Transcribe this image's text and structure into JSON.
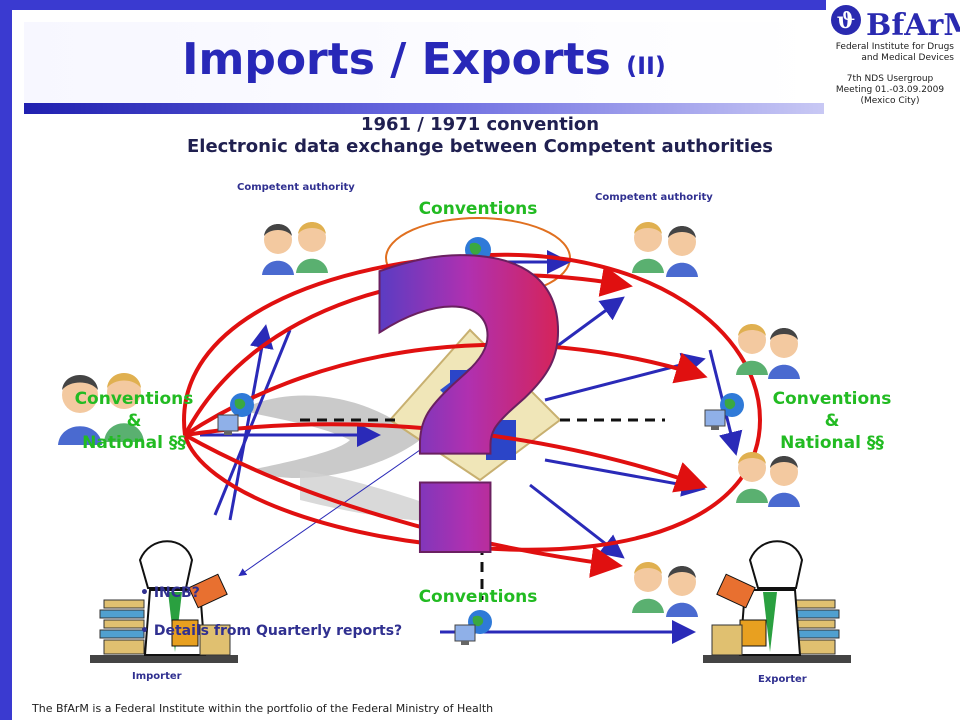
{
  "header": {
    "title": "Imports / Exports",
    "title_suffix": "(II)",
    "logo_text": "BfArM",
    "org_line1": "Federal Institute for Drugs",
    "org_line2": "and Medical Devices",
    "meeting_line1": "7th NDS Usergroup",
    "meeting_line2": "Meeting 01.-03.09.2009",
    "meeting_line3": "(Mexico City)"
  },
  "subtitle": {
    "line1": "1961 / 1971 convention",
    "line2": "Electronic data exchange between Competent authorities"
  },
  "diagram": {
    "competent_authority_left": "Competent authority",
    "competent_authority_right": "Competent authority",
    "conventions_top": "Conventions",
    "conventions_bottom": "Conventions",
    "left_label": [
      "Conventions",
      "&",
      "National §§"
    ],
    "right_label": [
      "Conventions",
      "&",
      "National §§"
    ],
    "importer": "Importer",
    "exporter": "Exporter",
    "question_mark": "?",
    "notes": [
      "INCB?",
      "Details from Quarterly reports?"
    ]
  },
  "colors": {
    "frame": "#3a3ad0",
    "title": "#2828b8",
    "red_arrow": "#e01010",
    "blue_arrow": "#2a2ab8",
    "green_text": "#22bb22",
    "orange_ring": "#e07020"
  },
  "footer": {
    "text": "The BfArM is a Federal Institute within the portfolio of the Federal Ministry of Health"
  }
}
